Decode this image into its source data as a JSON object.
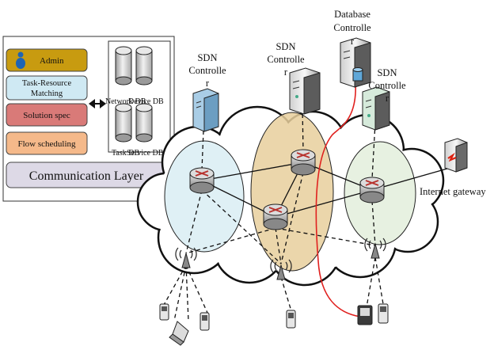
{
  "panel": {
    "admin_label": "Admin",
    "task_resource_label": "Task-Resource\nMatching",
    "solution_label": "Solution spec",
    "flow_label": "Flow scheduling",
    "comm_layer_label": "Communication Layer",
    "network_db_label": "Network DB",
    "device_db_label": "Device DB",
    "task_db_label": "Task DB",
    "service_db_label": "Service DB"
  },
  "controllers": {
    "sdn_left": "SDN\nControlle\nr",
    "sdn_middle": "SDN\nControlle\nr",
    "database": "Database\nControlle\nr",
    "sdn_right": "SDN\nControlle\nr"
  },
  "gateway": {
    "label": "Internet gateway"
  },
  "colors": {
    "admin": "#c89b10",
    "task_resource": "#cfe9f3",
    "solution": "#d97a78",
    "flow": "#f5b98a",
    "comm_layer": "#ddd9e6",
    "domain_left": "#d9edf3",
    "domain_middle": "#e8cf9c",
    "domain_right": "#e3eedc",
    "db_link": "#e0201e"
  }
}
